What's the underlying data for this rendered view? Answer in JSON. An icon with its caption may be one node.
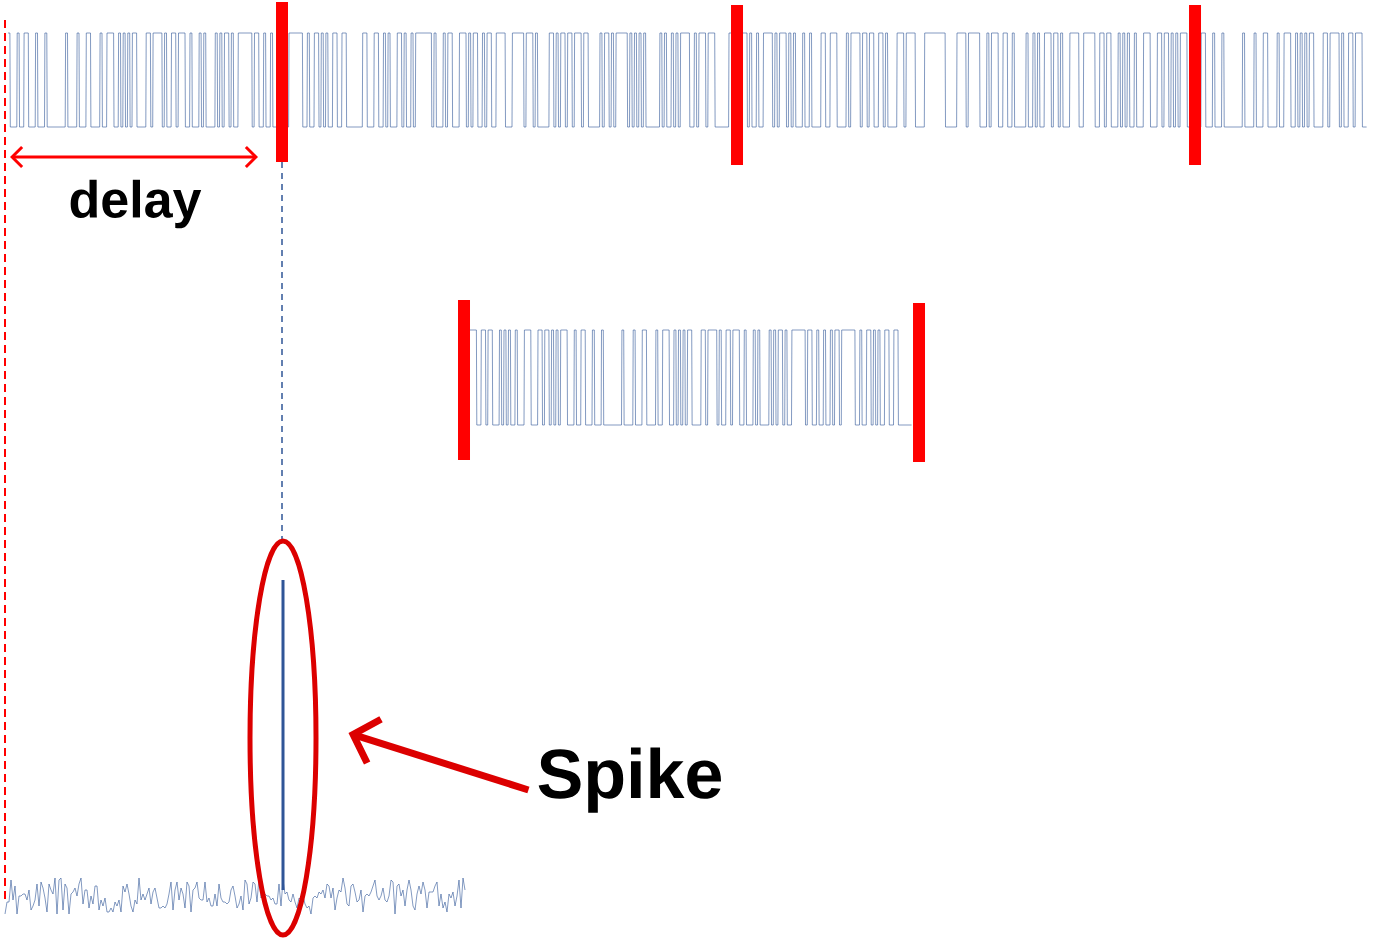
{
  "diagram": {
    "nodes": [
      {
        "text": [],
        "shape": "ellipse"
      },
      {
        "text": [
          "Spike"
        ]
      }
    ],
    "edges": [
      {
        "from": 1,
        "to": 0,
        "arrow": "to"
      }
    ],
    "labels": [
      "delay"
    ]
  }
}
